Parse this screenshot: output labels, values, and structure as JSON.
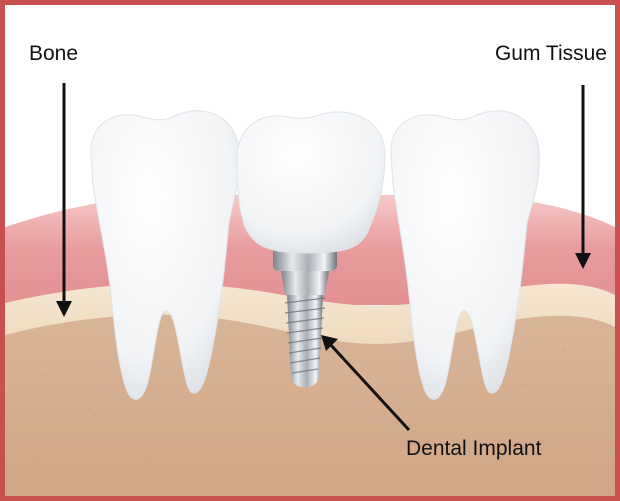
{
  "labels": {
    "bone": "Bone",
    "gum_tissue": "Gum Tissue",
    "dental_implant": "Dental Implant"
  },
  "colors": {
    "frame_border": "#c8504f",
    "gum": "#e79a9c",
    "gum_highlight": "#f4c4c4",
    "bone_layer": "#f2e0c4",
    "jaw_bone": "#d6b192",
    "tooth": "#f7f8f9",
    "implant_metal": "#b9bec4",
    "arrow": "#111111"
  }
}
